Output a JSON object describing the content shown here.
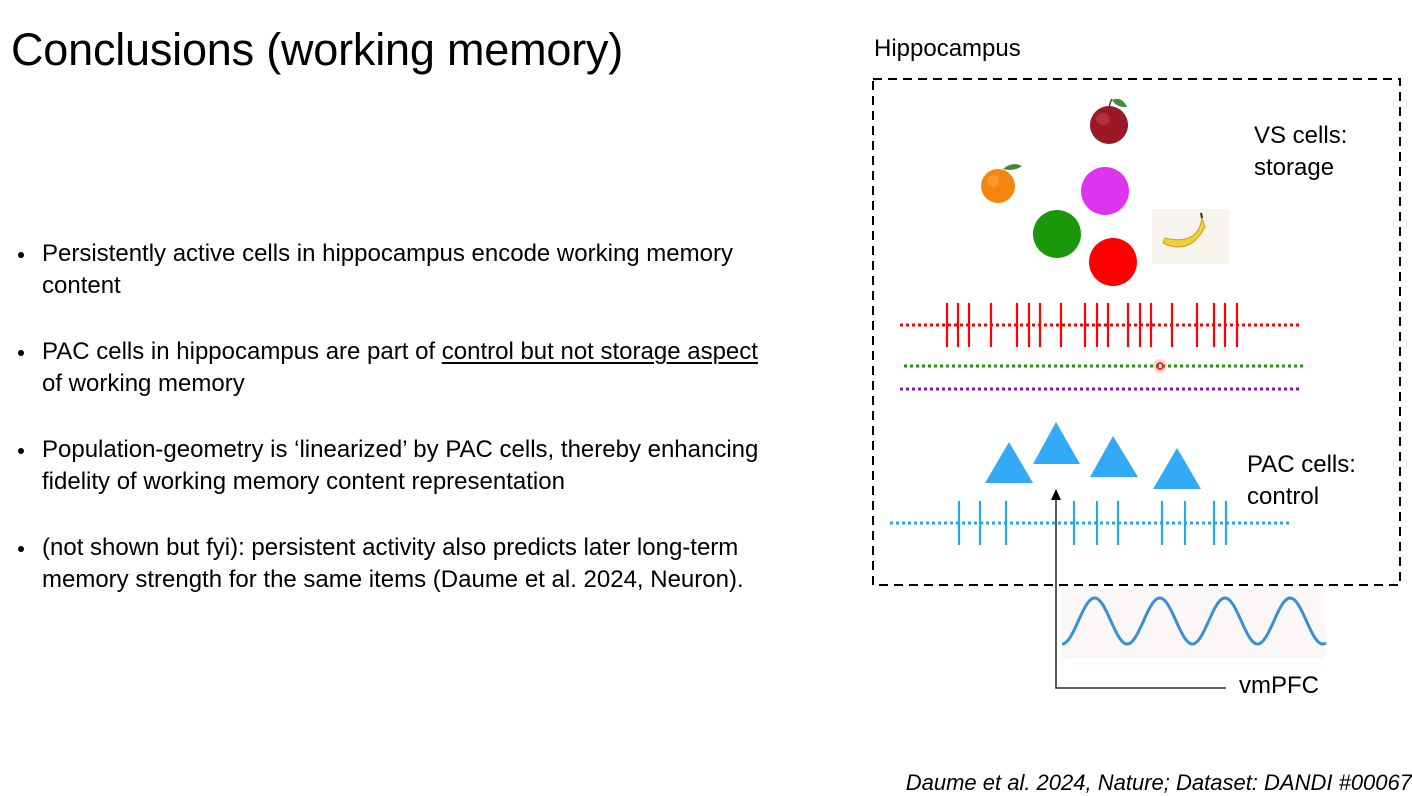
{
  "slide": {
    "title": "Conclusions (working memory)",
    "bullets": [
      {
        "text_before": "Persistently active cells in hippocampus encode working memory content",
        "underlined": "",
        "text_after": ""
      },
      {
        "text_before": "PAC cells in hippocampus are part of ",
        "underlined": "control but not storage aspect ",
        "text_after": "of working memory"
      },
      {
        "text_before": "Population-geometry is ‘linearized’ by PAC cells, thereby enhancing fidelity of working memory content representation",
        "underlined": "",
        "text_after": ""
      },
      {
        "text_before": "(not shown but fyi): persistent activity also predicts later long-term memory strength for the same items (Daume et al. 2024, Neuron).",
        "underlined": "",
        "text_after": ""
      }
    ],
    "citation": "Daume et al. 2024, Nature; Dataset: DANDI #00067"
  },
  "diagram": {
    "region_label": "Hippocampus",
    "vs_label_line1": "VS cells:",
    "vs_label_line2": "storage",
    "pac_label_line1": "PAC cells:",
    "pac_label_line2": "control",
    "vmpfc_label": "vmPFC",
    "items": [
      {
        "name": "apple",
        "icon": "apple-icon"
      },
      {
        "name": "orange",
        "icon": "orange-icon"
      },
      {
        "name": "banana",
        "icon": "banana-icon"
      }
    ],
    "vs_cells": [
      {
        "name": "magenta-cell",
        "color": "#e033f0"
      },
      {
        "name": "green-cell",
        "color": "#1a980a"
      },
      {
        "name": "red-cell",
        "color": "#ff0000"
      }
    ],
    "spike_trains": [
      {
        "name": "red-train",
        "color": "#ff0000",
        "spike_count": 19
      },
      {
        "name": "green-train",
        "color": "#1a980a",
        "spike_count": 0
      },
      {
        "name": "purple-train",
        "color": "#8e12b0",
        "spike_count": 0
      },
      {
        "name": "blue-train",
        "color": "#22a9e8",
        "spike_count": 10
      }
    ],
    "pac_cell_color": "#33aaf5",
    "oscillation_color": "#3a8fd6",
    "oscillation_cycles": 4
  }
}
